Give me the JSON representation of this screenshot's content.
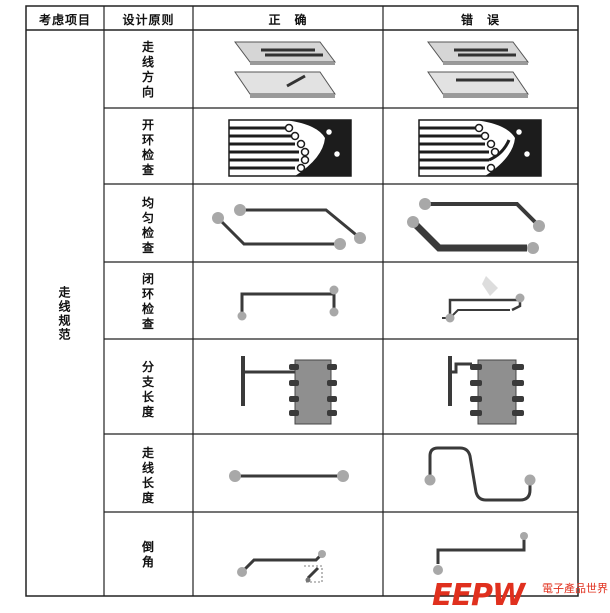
{
  "header": {
    "col_category": "考虑项目",
    "col_principle": "设计原则",
    "col_correct": "正　确",
    "col_wrong": "错　误"
  },
  "category": "走线规范",
  "rows": [
    {
      "principle": "走线方向"
    },
    {
      "principle": "开环检查"
    },
    {
      "principle": "均匀检查"
    },
    {
      "principle": "闭环检查"
    },
    {
      "principle": "分支长度"
    },
    {
      "principle": "走线长度"
    },
    {
      "principle": "倒角"
    }
  ],
  "watermark": {
    "latin": "EEPW",
    "cn": "電子產品世界"
  },
  "colors": {
    "trace": "#3a3a3a",
    "pad": "#a8a8a8",
    "board": "#cfcfcf",
    "chip": "#8f8f8f",
    "watermark": "#e0301e"
  }
}
